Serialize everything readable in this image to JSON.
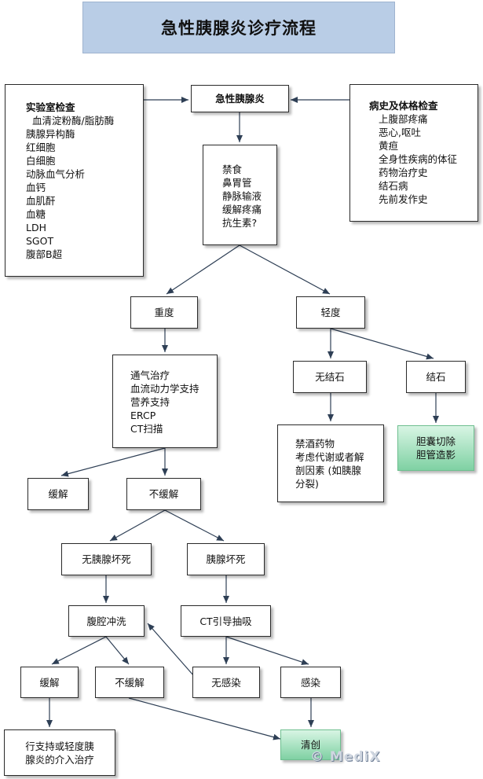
{
  "title": "急性胰腺炎诊疗流程",
  "nodes": {
    "acute": "急性胰腺炎",
    "lab_title": "实验室检查",
    "lab_items": [
      "血清淀粉酶/脂肪酶",
      "胰腺异构酶",
      "红细胞",
      "白细胞",
      "动脉血气分析",
      "血钙",
      "血肌酐",
      "血糖",
      "LDH",
      "SGOT",
      "腹部B超"
    ],
    "history_title": "病史及体格检查",
    "history_items": [
      "上腹部疼痛",
      "恶心,呕吐",
      "黄疸",
      "全身性疾病的体征",
      "药物治疗史",
      "结石病",
      "先前发作史"
    ],
    "initial_items": [
      "禁食",
      "鼻胃管",
      "静脉输液",
      "缓解疼痛",
      "抗生素?"
    ],
    "severe": "重度",
    "mild": "轻度",
    "severe_items": [
      "通气治疗",
      "血流动力学支持",
      "营养支持",
      "ERCP",
      "CT扫描"
    ],
    "no_stone": "无结石",
    "stone": "结石",
    "no_stone_items": [
      "禁酒药物",
      "考虑代谢或者解",
      "剖因素 (如胰腺",
      "分裂)"
    ],
    "stone_items": [
      "胆囊切除",
      "胆管造影"
    ],
    "relief_1": "缓解",
    "no_relief_1": "不缓解",
    "no_necrosis": "无胰腺坏死",
    "necrosis": "胰腺坏死",
    "lavage": "腹腔冲洗",
    "ct_aspiration": "CT引导抽吸",
    "relief_2": "缓解",
    "no_relief_2": "不缓解",
    "no_infection": "无感染",
    "infection": "感染",
    "supportive_items": [
      "行支持或轻度胰",
      "腺炎的介入治疗"
    ],
    "debridement": "清创"
  },
  "watermark": "© MediX"
}
